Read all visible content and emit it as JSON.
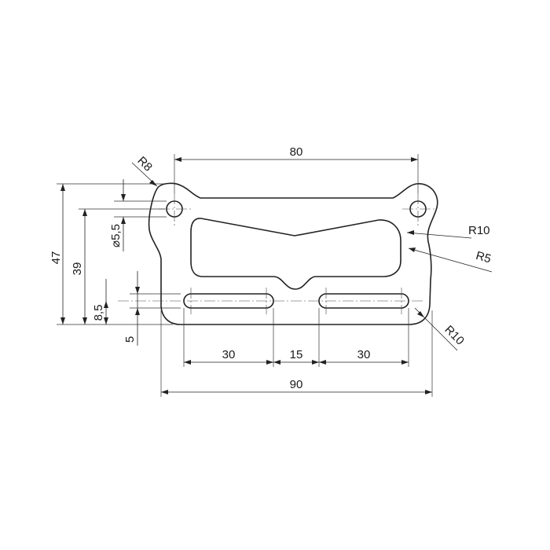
{
  "drawing": {
    "dims": {
      "width_top": "80",
      "width_overall": "90",
      "slot_left_len": "30",
      "slot_gap": "15",
      "slot_right_len": "30",
      "height_overall": "47",
      "height_holes": "39",
      "height_slots": "8,5",
      "slot_width": "5",
      "hole_diameter": "⌀5,5"
    },
    "radii": {
      "corner_top_left": "R8",
      "corner_right_upper": "R10",
      "inner_notch": "R5",
      "corner_bottom_right": "R10"
    }
  }
}
